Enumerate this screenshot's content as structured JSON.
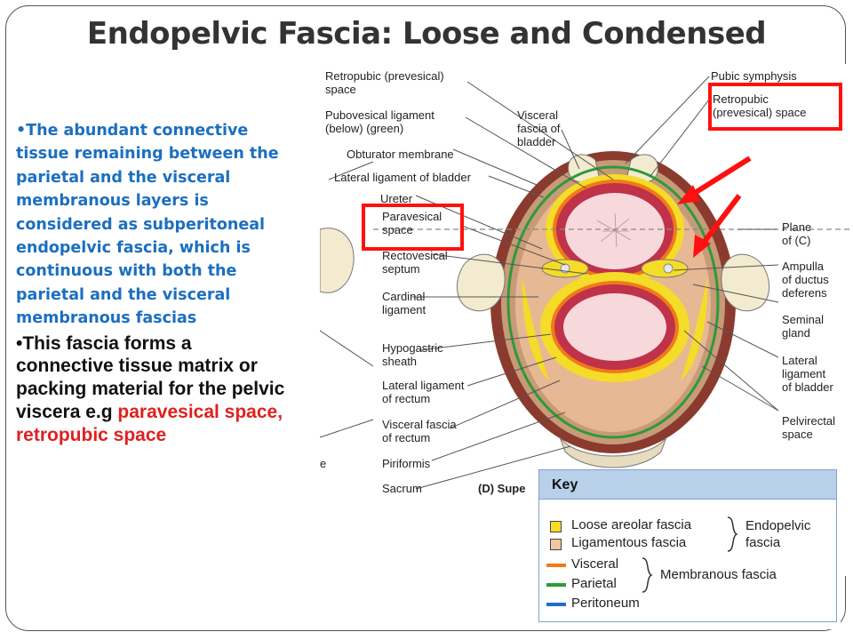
{
  "title": "Endopelvic Fascia: Loose and Condensed",
  "bullets": {
    "first": "•The abundant connective tissue remaining between the parietal and the visceral membranous layers is considered as subperitoneal endopelvic fascia, which is continuous with both the parietal and the visceral membranous fascias",
    "second_main": "•This fascia forms a connective tissue matrix or packing material for the pelvic viscera e.g ",
    "second_red": "paravesical space, retropubic space"
  },
  "diagram": {
    "left_labels": {
      "retropubic": [
        "Retropubic (prevesical)",
        "space"
      ],
      "pubovesical": [
        "Pubovesical ligament",
        "(below) (green)"
      ],
      "obturator": "Obturator membrane",
      "lateral_lig_bladder": "Lateral ligament of bladder",
      "ureter": "Ureter",
      "paravesical": [
        "Paravesical",
        "space"
      ],
      "rectovesical": [
        "Rectovesical",
        "septum"
      ],
      "cardinal": [
        "Cardinal",
        "ligament"
      ],
      "hypogastric": [
        "Hypogastric",
        "sheath"
      ],
      "lateral_lig_rectum": [
        "Lateral ligament",
        "of rectum"
      ],
      "visceral_fascia_rectum": [
        "Visceral fascia",
        "of rectum"
      ],
      "piriformis": "Piriformis",
      "sacrum": "Sacrum",
      "caption": "(D) Supe",
      "edge_letter": "e"
    },
    "right_labels": {
      "pubic_symphysis": "Pubic symphysis",
      "retropubic_space": [
        "Retropubic",
        "(prevesical) space"
      ],
      "visceral_fascia_bladder": [
        "Visceral",
        "fascia of",
        "bladder"
      ],
      "plane": [
        "Plane",
        "of (C)"
      ],
      "ampulla": [
        "Ampulla",
        "of ductus",
        "deferens"
      ],
      "seminal": [
        "Seminal",
        "gland"
      ],
      "lateral_lig_bladder": [
        "Lateral",
        "ligament",
        "of bladder"
      ],
      "pelvirectal": [
        "Pelvirectal",
        "space"
      ]
    },
    "key": {
      "title": "Key",
      "loose": "Loose areolar fascia",
      "ligamentous": "Ligamentous fascia",
      "endopelvic": [
        "Endopelvic",
        "fascia"
      ],
      "visceral": "Visceral",
      "parietal": "Parietal",
      "membranous": "Membranous fascia",
      "peritoneum": "Peritoneum"
    }
  },
  "colors": {
    "title": "#333333",
    "blue_text": "#1c6fc0",
    "red_text": "#e02020",
    "highlight": "#ff1010",
    "loose_fascia": "#f5dc28",
    "ligamentous_fascia": "#f2c6a0",
    "visceral_line": "#f07a1a",
    "parietal_line": "#2e9a3a",
    "peritoneum_line": "#1f6fc8"
  }
}
